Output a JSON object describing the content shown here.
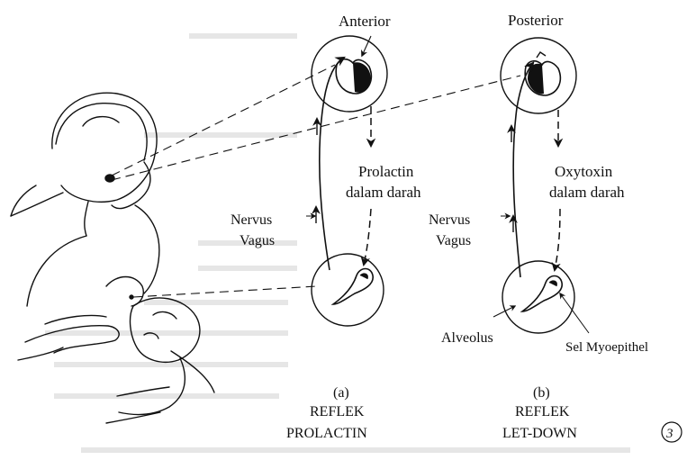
{
  "diagram": {
    "pituitary_a_label": "Anterior",
    "pituitary_b_label": "Posterior",
    "hormone_a_line1": "Prolactin",
    "hormone_a_line2": "dalam darah",
    "hormone_b_line1": "Oxytoxin",
    "hormone_b_line2": "dalam darah",
    "nerve_a_line1": "Nervus",
    "nerve_a_line2": "Vagus",
    "nerve_b_line1": "Nervus",
    "nerve_b_line2": "Vagus",
    "alveolus_label": "Alveolus",
    "myoepithel_label": "Sel Myoepithel",
    "caption_a_letter": "(a)",
    "caption_a_line1": "REFLEK",
    "caption_a_line2": "PROLACTIN",
    "caption_b_letter": "(b)",
    "caption_b_line1": "REFLEK",
    "caption_b_line2": "LET-DOWN",
    "page_mark": "3"
  },
  "colors": {
    "ink": "#111111",
    "ghost_text": "#d8d8d8",
    "background": "#ffffff"
  }
}
